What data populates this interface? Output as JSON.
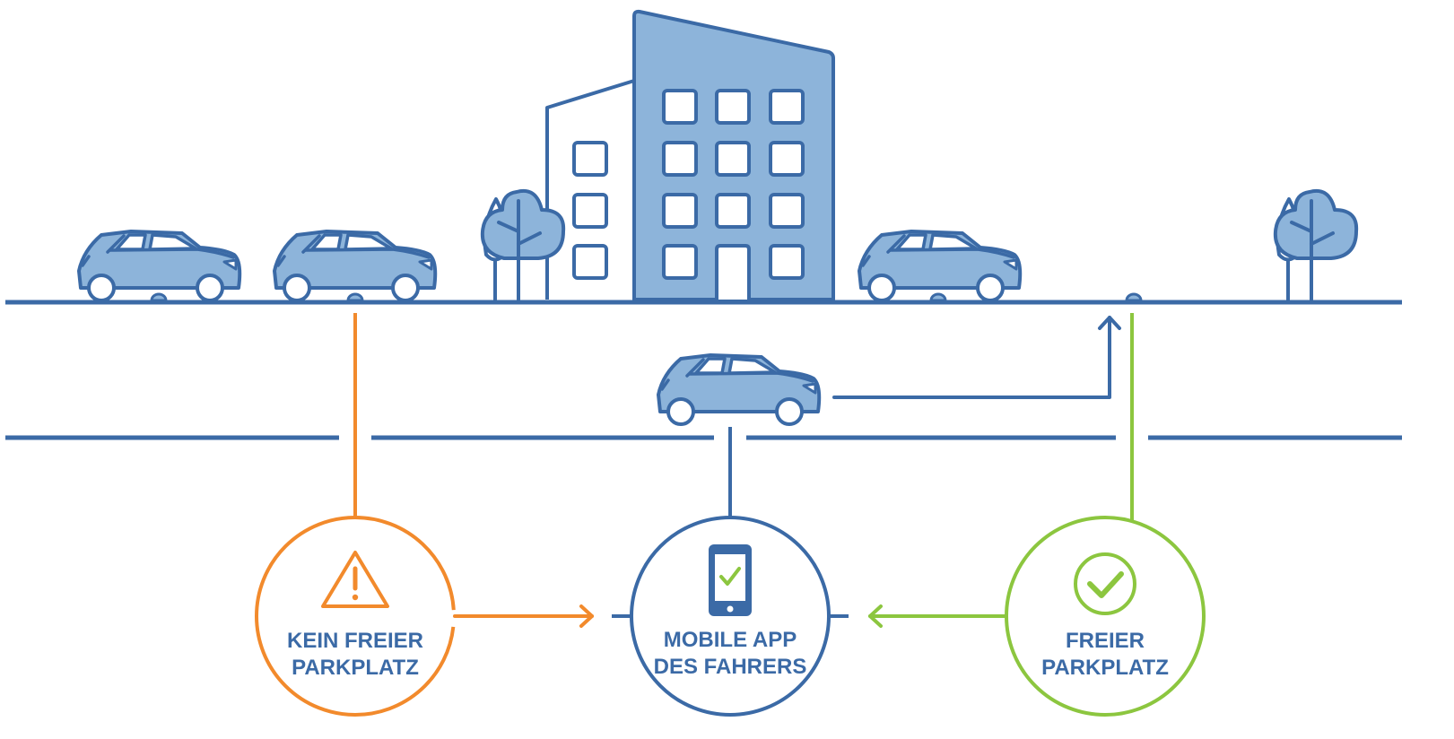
{
  "colors": {
    "blue_dark": "#3b6aa6",
    "blue_light": "#8db4da",
    "orange": "#f28a2c",
    "green": "#8cc63f",
    "white": "#ffffff"
  },
  "nodes": [
    {
      "id": "no-spot",
      "line1": "KEIN FREIER",
      "line2": "PARKPLATZ",
      "icon": "warning-triangle-icon"
    },
    {
      "id": "mobile-app",
      "line1": "MOBILE APP",
      "line2": "DES FAHRERS",
      "icon": "smartphone-check-icon"
    },
    {
      "id": "free-spot",
      "line1": "FREIER",
      "line2": "PARKPLATZ",
      "icon": "check-circle-icon"
    }
  ]
}
